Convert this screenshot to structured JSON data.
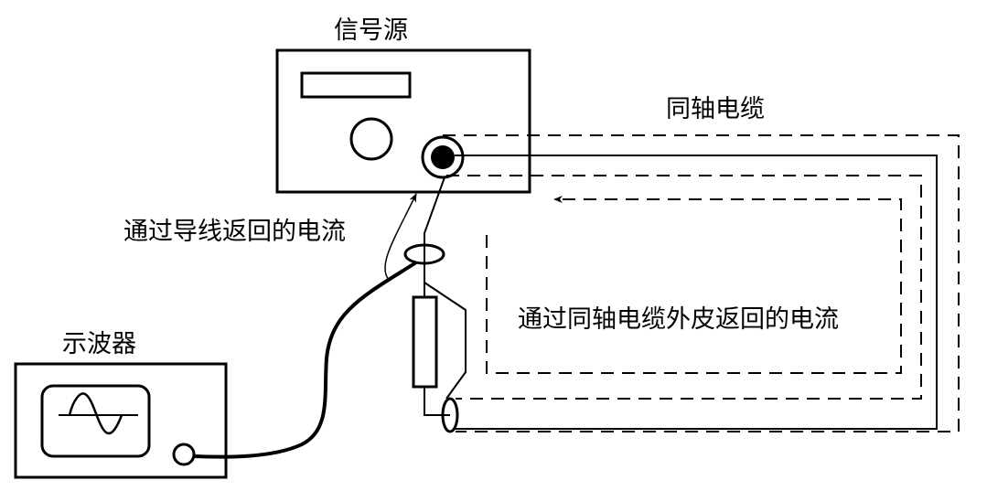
{
  "labels": {
    "signal_source": "信号源",
    "coax_cable": "同轴电缆",
    "wire_return_current": "通过导线返回的电流",
    "oscilloscope": "示波器",
    "shield_return_current": "通过同轴电缆外皮返回的电流"
  },
  "colors": {
    "stroke": "#000000",
    "background": "#ffffff"
  }
}
